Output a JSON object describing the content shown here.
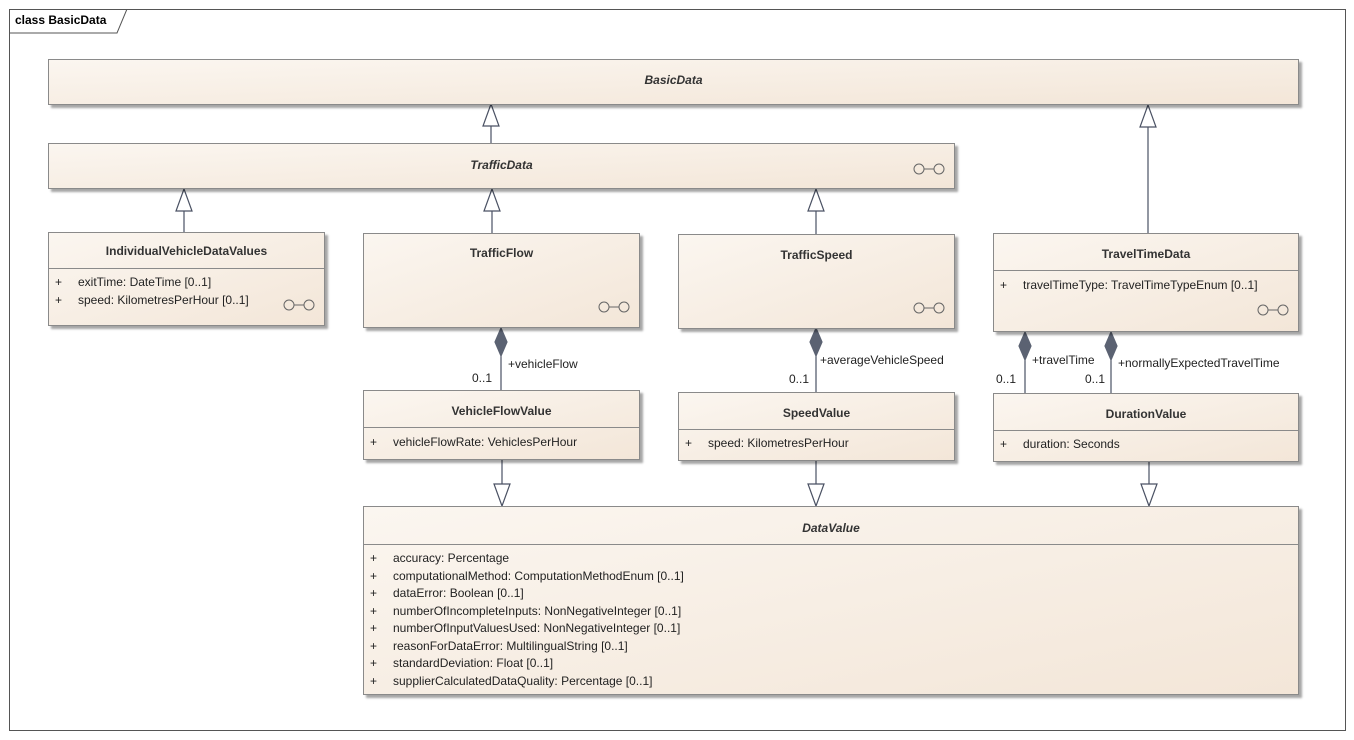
{
  "frame": {
    "title": "class BasicData"
  },
  "classes": {
    "basic_data": {
      "name": "BasicData"
    },
    "traffic_data": {
      "name": "TrafficData"
    },
    "individual_vehicle_data_values": {
      "name": "IndividualVehicleDataValues",
      "attributes": [
        {
          "visibility": "+",
          "text": "exitTime: DateTime [0..1]"
        },
        {
          "visibility": "+",
          "text": "speed: KilometresPerHour [0..1]"
        }
      ]
    },
    "traffic_flow": {
      "name": "TrafficFlow"
    },
    "traffic_speed": {
      "name": "TrafficSpeed"
    },
    "travel_time_data": {
      "name": "TravelTimeData",
      "attributes": [
        {
          "visibility": "+",
          "text": "travelTimeType: TravelTimeTypeEnum [0..1]"
        }
      ]
    },
    "vehicle_flow_value": {
      "name": "VehicleFlowValue",
      "attributes": [
        {
          "visibility": "+",
          "text": "vehicleFlowRate: VehiclesPerHour"
        }
      ]
    },
    "speed_value": {
      "name": "SpeedValue",
      "attributes": [
        {
          "visibility": "+",
          "text": "speed: KilometresPerHour"
        }
      ]
    },
    "duration_value": {
      "name": "DurationValue",
      "attributes": [
        {
          "visibility": "+",
          "text": "duration: Seconds"
        }
      ]
    },
    "data_value": {
      "name": "DataValue",
      "attributes": [
        {
          "visibility": "+",
          "text": "accuracy: Percentage"
        },
        {
          "visibility": "+",
          "text": "computationalMethod: ComputationMethodEnum [0..1]"
        },
        {
          "visibility": "+",
          "text": "dataError: Boolean [0..1]"
        },
        {
          "visibility": "+",
          "text": "numberOfIncompleteInputs: NonNegativeInteger [0..1]"
        },
        {
          "visibility": "+",
          "text": "numberOfInputValuesUsed: NonNegativeInteger [0..1]"
        },
        {
          "visibility": "+",
          "text": "reasonForDataError: MultilingualString [0..1]"
        },
        {
          "visibility": "+",
          "text": "standardDeviation: Float [0..1]"
        },
        {
          "visibility": "+",
          "text": "supplierCalculatedDataQuality: Percentage [0..1]"
        }
      ]
    }
  },
  "associations": {
    "vehicle_flow": {
      "role": "+vehicleFlow",
      "multiplicity": "0..1"
    },
    "average_vehicle_speed": {
      "role": "+averageVehicleSpeed",
      "multiplicity": "0..1"
    },
    "travel_time": {
      "role": "+travelTime",
      "multiplicity": "0..1"
    },
    "normally_expected_travel_time": {
      "role": "+normallyExpectedTravelTime",
      "multiplicity": "0..1"
    }
  },
  "colors": {
    "line": "#4a5163",
    "diamond": "#5b6272",
    "border": "#8a8a8a",
    "fill": "#f6ece2"
  }
}
